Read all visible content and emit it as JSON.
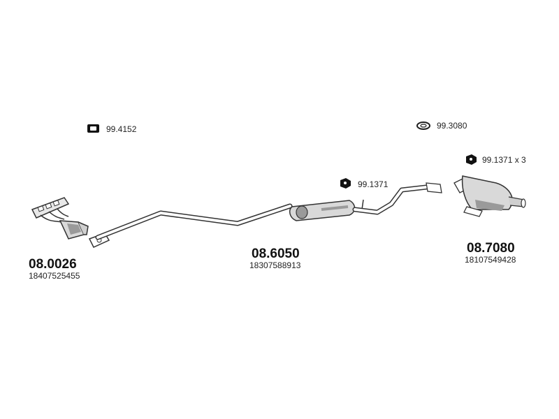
{
  "accessories": {
    "clamp_4152": {
      "code": "99.4152"
    },
    "gasket_3080": {
      "code": "99.3080"
    },
    "rubber_1371": {
      "code": "99.1371"
    },
    "rubber_1371_x3": {
      "code": "99.1371 x 3"
    }
  },
  "parts": {
    "front": {
      "part_number": "08.0026",
      "oem_number": "18407525455"
    },
    "middle": {
      "part_number": "08.6050",
      "oem_number": "18307588913"
    },
    "rear": {
      "part_number": "08.7080",
      "oem_number": "18107549428"
    }
  },
  "colors": {
    "line": "#333333",
    "body": "#d9d9d9",
    "shade": "#9a9a9a",
    "icon_fill": "#111111"
  }
}
